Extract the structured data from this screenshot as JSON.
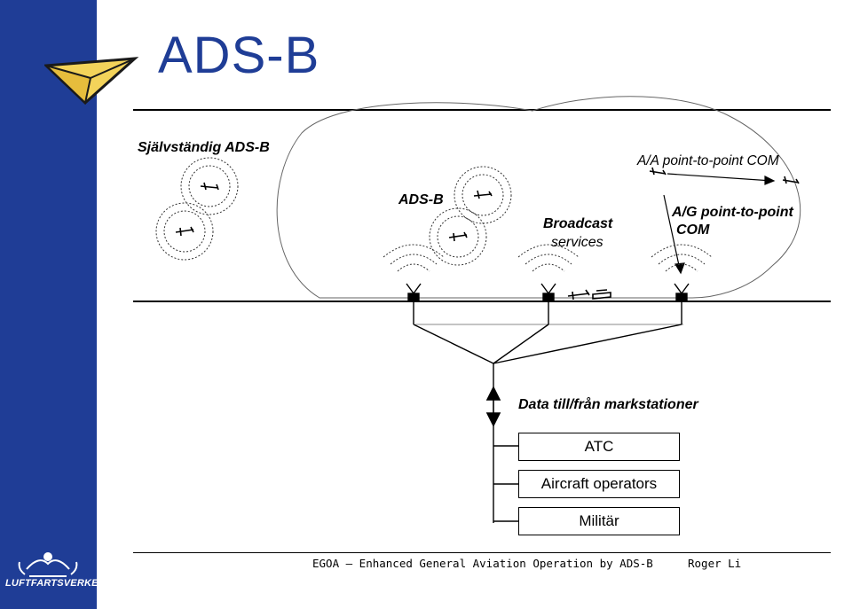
{
  "slide": {
    "title": "ADS-B",
    "subtitle": "Självständig ADS-B"
  },
  "labels": {
    "ads_b": "ADS-B",
    "broadcast_line1": "Broadcast",
    "broadcast_line2": "services",
    "aa_com": "A/A point-to-point COM",
    "ag_line1": "A/G point-to-point",
    "ag_line2": "COM",
    "data_link": "Data till/från markstationer"
  },
  "boxes": [
    "ATC",
    "Aircraft operators",
    "Militär"
  ],
  "footer": {
    "text": "EGOA – Enhanced General Aviation Operation by ADS-B",
    "author": "Roger Li"
  },
  "logo": {
    "text": "LUFTFARTSVERKET"
  },
  "colors": {
    "brand_blue": "#1f3d96",
    "plane_yellow": "#f3d35a"
  }
}
